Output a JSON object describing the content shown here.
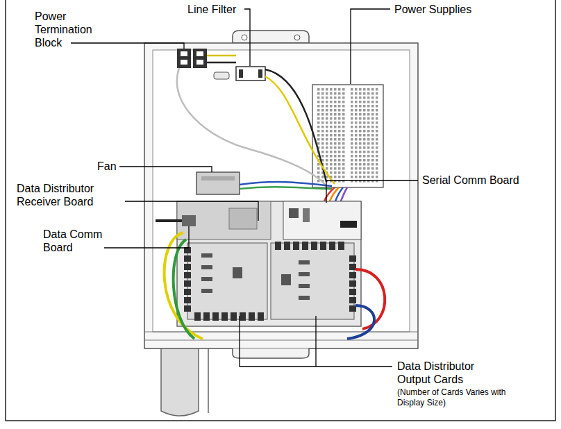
{
  "diagram": {
    "labels": [
      "Power Termination Block",
      "Line Filter",
      "Power Supplies",
      "Fan",
      "Data Distributor Receiver Board",
      "Data Comm Board",
      "Serial Comm Board",
      "Data Distributor Output Cards",
      "(Number of Cards Varies with Display Size)"
    ]
  }
}
